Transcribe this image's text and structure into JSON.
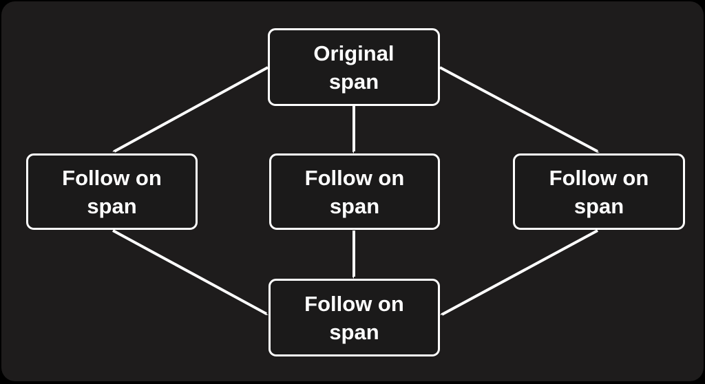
{
  "diagram": {
    "nodes": [
      {
        "id": "original",
        "label": "Original span"
      },
      {
        "id": "follow-left",
        "label": "Follow on span"
      },
      {
        "id": "follow-center",
        "label": "Follow on span"
      },
      {
        "id": "follow-right",
        "label": "Follow on span"
      },
      {
        "id": "follow-bottom",
        "label": "Follow on span"
      }
    ],
    "edges": [
      {
        "from": "original",
        "to": "follow-left"
      },
      {
        "from": "original",
        "to": "follow-center"
      },
      {
        "from": "original",
        "to": "follow-right"
      },
      {
        "from": "follow-left",
        "to": "follow-bottom"
      },
      {
        "from": "follow-center",
        "to": "follow-bottom"
      },
      {
        "from": "follow-right",
        "to": "follow-bottom"
      }
    ],
    "colors": {
      "outer_background": "#000000",
      "canvas_background": "#1e1c1c",
      "node_fill": "#1b1a1a",
      "stroke": "#ffffff",
      "text": "#ffffff"
    }
  }
}
